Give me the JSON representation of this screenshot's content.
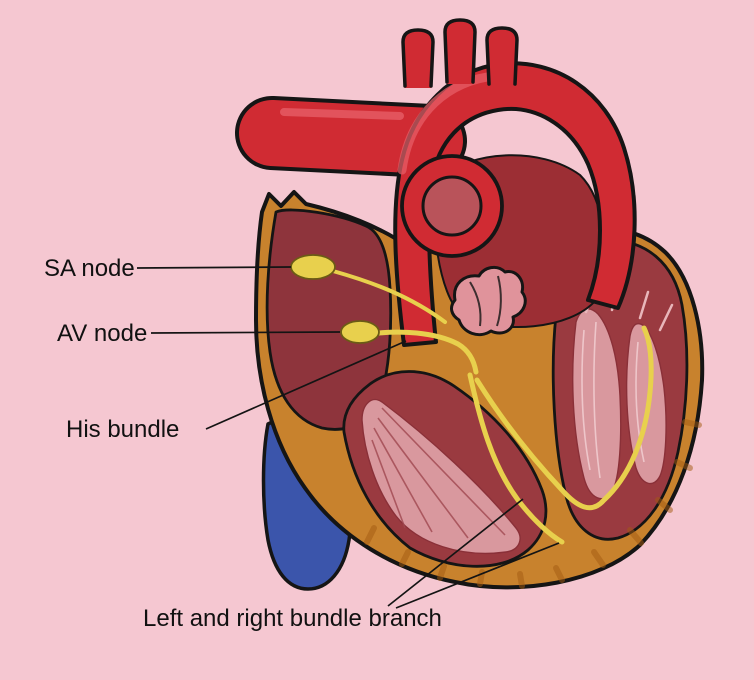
{
  "labels": {
    "sa_node": "SA node",
    "av_node": "AV node",
    "his_bundle": "His bundle",
    "bundle_branches": "Left and right bundle branch"
  },
  "colors": {
    "background": "#f5c7d1",
    "artery_red": "#d02b33",
    "artery_red_dark": "#9c2e34",
    "artery_highlight": "#e8616a",
    "heart_wall_orange": "#c8822d",
    "wall_streak_orange": "#a35b12",
    "chamber_maroon": "#8e343c",
    "ventricle_maroon": "#9a3a40",
    "muscle_pink": "#d9989e",
    "muscle_striation": "#a04850",
    "muscle_highlight": "#eec6ca",
    "chordae_pink": "#e8b6ba",
    "appendage_pink": "#e0939b",
    "ring_inner_red": "#b9535a",
    "conduction_yellow": "#e8d04d",
    "vein_blue": "#3b55ab",
    "outline_black": "#151515",
    "label_text": "#111111"
  }
}
